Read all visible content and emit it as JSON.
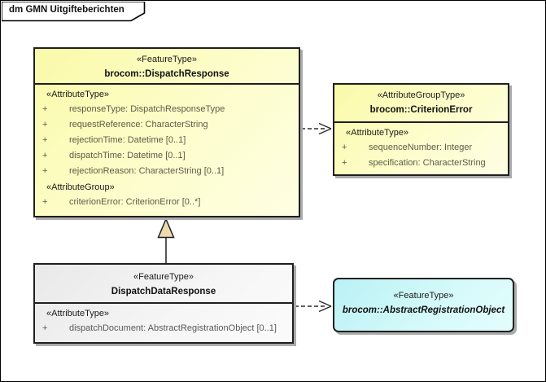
{
  "frame_title": "dm GMN Uitgifteberichten",
  "plus": "+",
  "colors": {
    "class_fill_yellow": "#fbfbb4",
    "class_fill_gray": "#efefef",
    "class_fill_cyan": "#c9f5f7",
    "generalization_triangle": "#eed9b2",
    "border": "#1f1f1f",
    "shadow": "#ababab"
  },
  "dispatch_response": {
    "stereotype": "«FeatureType»",
    "name": "brocom::DispatchResponse",
    "attr_type_label": "«AttributeType»",
    "attributes": [
      "responseType: DispatchResponseType",
      "requestReference: CharacterString",
      "rejectionTime: Datetime [0..1]",
      "dispatchTime: Datetime [0..1]",
      "rejectionReason: CharacterString [0..1]"
    ],
    "attr_group_label": "«AttributeGroup»",
    "group_attributes": [
      "criterionError: CriterionError [0..*]"
    ]
  },
  "criterion_error": {
    "stereotype": "«AttributeGroupType»",
    "name": "brocom::CriterionError",
    "attr_type_label": "«AttributeType»",
    "attributes": [
      "sequenceNumber: Integer",
      "specification: CharacterString"
    ]
  },
  "dispatch_data_response": {
    "stereotype": "«FeatureType»",
    "name": "DispatchDataResponse",
    "attr_type_label": "«AttributeType»",
    "attributes": [
      "dispatchDocument: AbstractRegistrationObject [0..1]"
    ]
  },
  "abstract_registration_object": {
    "stereotype": "«FeatureType»",
    "name": "brocom::AbstractRegistrationObject"
  }
}
